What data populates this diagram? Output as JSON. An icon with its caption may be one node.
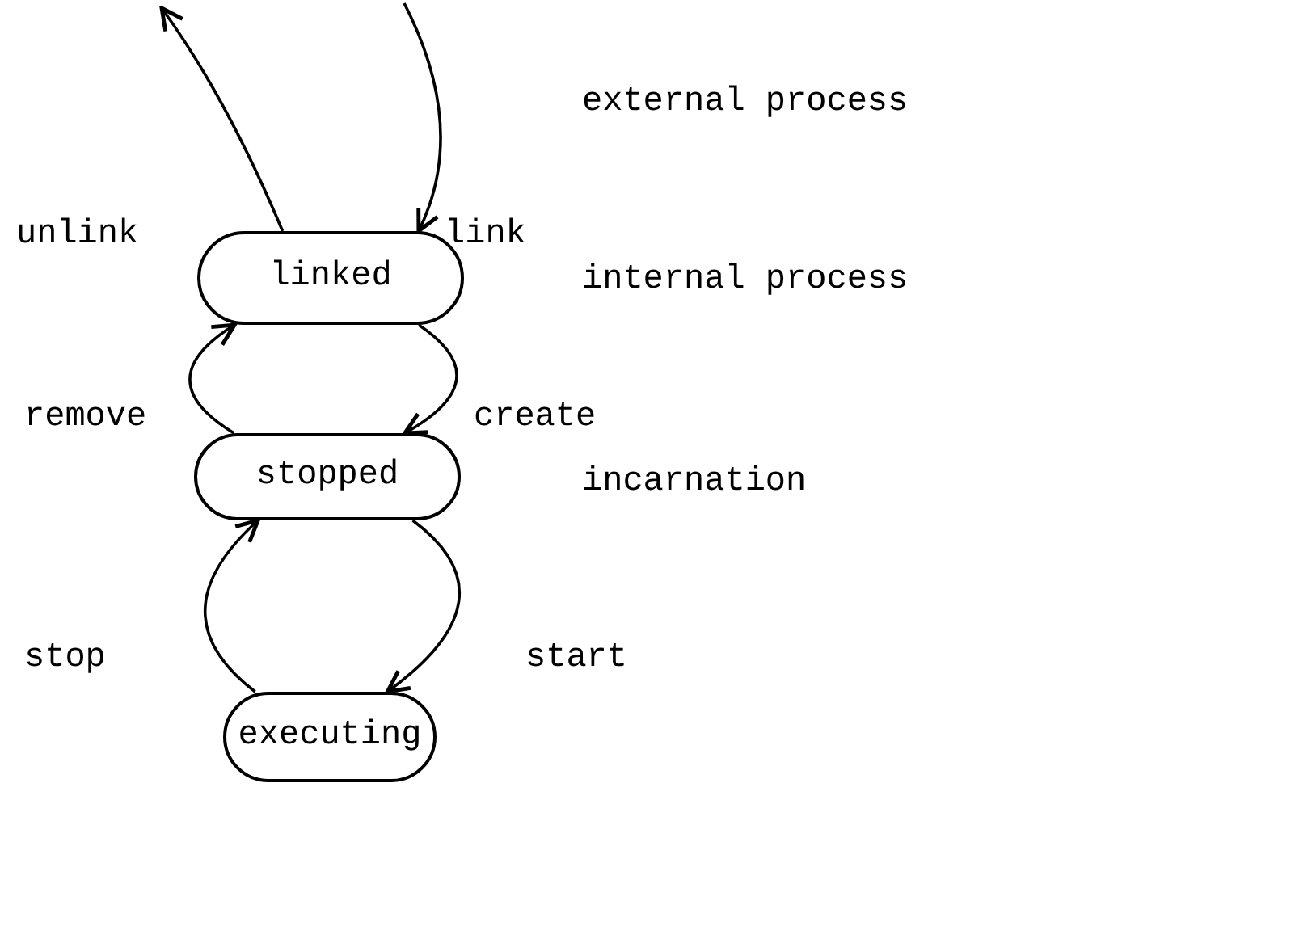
{
  "diagram": {
    "nodes": [
      {
        "text": [
          "linked"
        ]
      },
      {
        "text": [
          "stopped"
        ]
      },
      {
        "text": [
          "executing"
        ]
      }
    ],
    "edges": [
      {
        "from": 0,
        "to": null,
        "arrow": "to",
        "label": "unlink"
      },
      {
        "from": null,
        "to": 0,
        "arrow": "to",
        "label": "link"
      },
      {
        "from": 1,
        "to": 0,
        "arrow": "to",
        "label": "remove"
      },
      {
        "from": 0,
        "to": 1,
        "arrow": "to",
        "label": "create"
      },
      {
        "from": 2,
        "to": 1,
        "arrow": "to",
        "label": "stop"
      },
      {
        "from": 1,
        "to": 2,
        "arrow": "to",
        "label": "start"
      }
    ],
    "labels": [
      "external process",
      "internal process",
      "incarnation"
    ]
  }
}
